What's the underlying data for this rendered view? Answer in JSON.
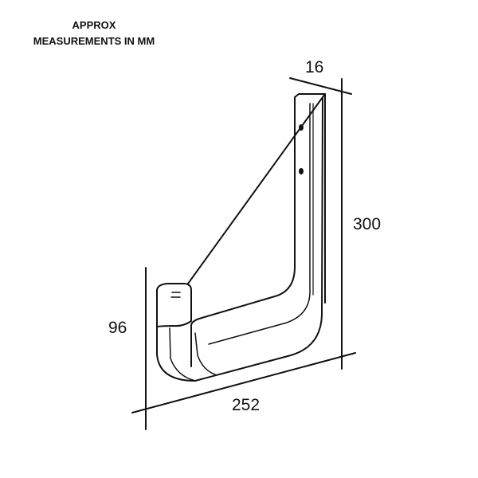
{
  "title": {
    "line1": "APPROX",
    "line2": "MEASUREMENTS IN MM"
  },
  "dimensions": {
    "depth": "16",
    "height": "300",
    "tip_height": "96",
    "length": "252"
  },
  "colors": {
    "stroke": "#111111",
    "background": "#ffffff"
  }
}
